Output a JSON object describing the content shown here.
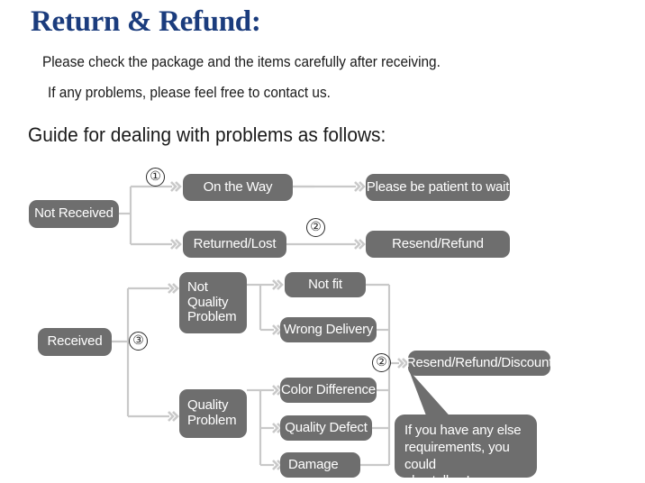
{
  "header": {
    "title": "Return & Refund:",
    "line1": "Please check the package and the items carefully after receiving.",
    "line2": "If any problems, please feel free to contact us.",
    "guide": "Guide for dealing with problems as follows:"
  },
  "colors": {
    "title_blue": "#1b3c7d",
    "node_gray": "#6e6e6e",
    "connector_gray": "#c9c9c9",
    "text_dark": "#1a1a1a",
    "background": "#ffffff"
  },
  "flow": {
    "branch_markers": [
      {
        "label": "①"
      },
      {
        "label": "②"
      },
      {
        "label": "③"
      },
      {
        "label": "②"
      }
    ],
    "nodes": [
      {
        "id": "not-received",
        "label": "Not Received"
      },
      {
        "id": "on-the-way",
        "label": "On the Way"
      },
      {
        "id": "returned-lost",
        "label": "Returned/Lost"
      },
      {
        "id": "please-be-patient",
        "label": "Please be patient to wait"
      },
      {
        "id": "resend-refund",
        "label": "Resend/Refund"
      },
      {
        "id": "received",
        "label": "Received"
      },
      {
        "id": "not-quality-problem",
        "label": "Not\nQuality\nProblem"
      },
      {
        "id": "quality-problem",
        "label": "Quality\nProblem"
      },
      {
        "id": "not-fit",
        "label": "Not fit"
      },
      {
        "id": "wrong-delivery",
        "label": "Wrong Delivery"
      },
      {
        "id": "color-difference",
        "label": "Color Difference"
      },
      {
        "id": "quality-defect",
        "label": "Quality Defect"
      },
      {
        "id": "damage",
        "label": "Damage"
      },
      {
        "id": "resend-refund-discount",
        "label": "Resend/Refund/Discount"
      }
    ],
    "callout": {
      "text": "If you have any else\nrequirements, you could\nalso tell us!"
    }
  }
}
